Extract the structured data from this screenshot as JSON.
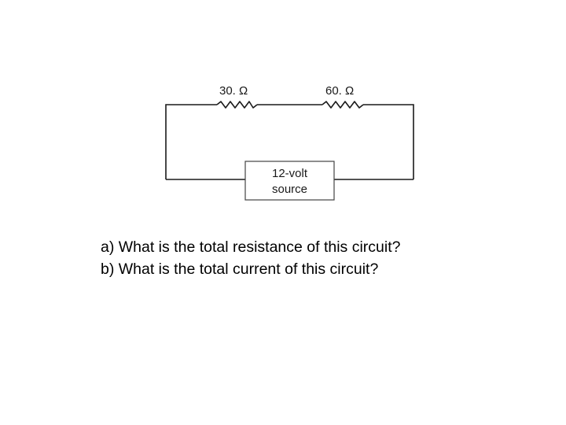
{
  "diagram": {
    "resistors": [
      {
        "label": "30. Ω"
      },
      {
        "label": "60. Ω"
      }
    ],
    "source": {
      "line1": "12-volt",
      "line2": "source"
    }
  },
  "questions": [
    "a) What is the total resistance of this circuit?",
    "b) What is the total current of this circuit?"
  ]
}
